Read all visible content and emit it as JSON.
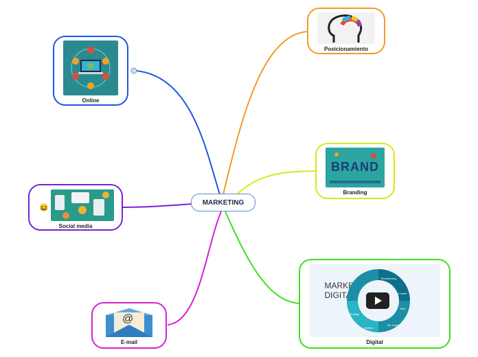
{
  "center": {
    "label": "MARKETING"
  },
  "branches": {
    "online": {
      "label": "Online",
      "color": "#1e55e6"
    },
    "social": {
      "label": "Social media",
      "color": "#7a1fd6"
    },
    "email": {
      "label": "E-mail",
      "color": "#d61fd6"
    },
    "posicionamiento": {
      "label": "Posicionamiento",
      "color": "#f59a23"
    },
    "branding": {
      "label": "Branding",
      "color": "#d8e81c"
    },
    "digital": {
      "label": "Digital",
      "color": "#3be01f",
      "image_title": "MARKETING DIGITAL",
      "wheel": [
        "Researching",
        "Content",
        "Web",
        "Be shared",
        "Metrics",
        "Strategy"
      ]
    }
  },
  "images": {
    "brand_letters": "BRAND",
    "email_symbol": "@",
    "social_emoji": "😆"
  }
}
